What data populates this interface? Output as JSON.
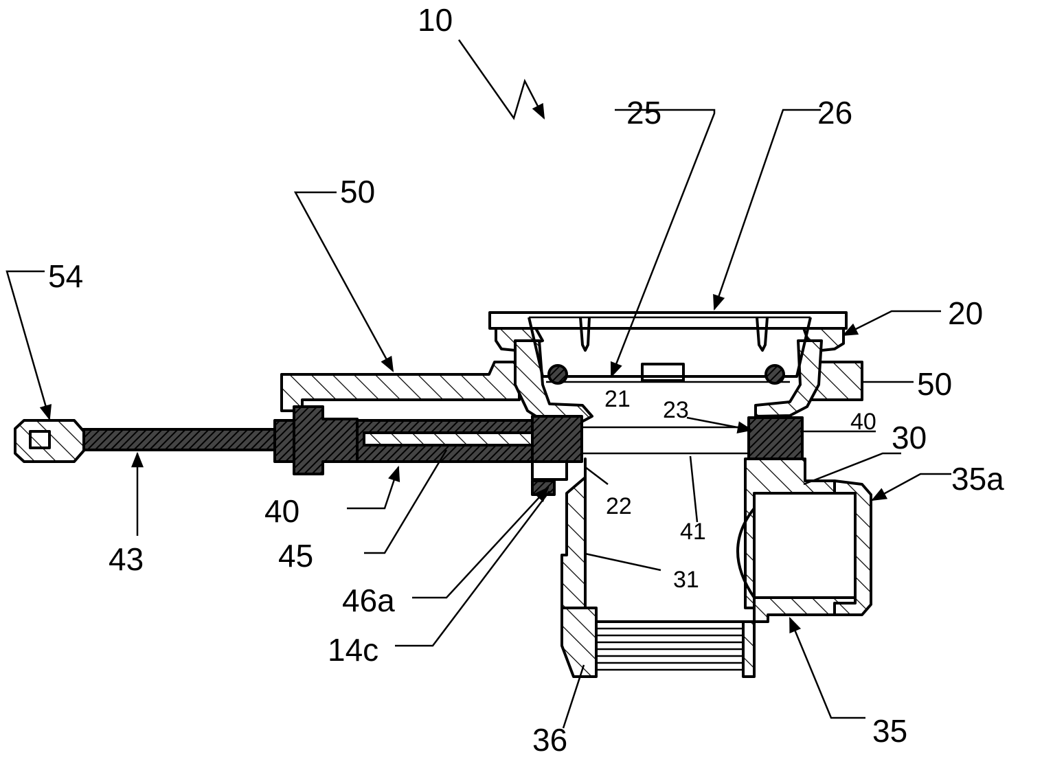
{
  "labels": {
    "l10": "10",
    "l25": "25",
    "l26": "26",
    "l50top": "50",
    "l54": "54",
    "l20": "20",
    "l50right": "50",
    "l21": "21",
    "l23": "23",
    "l40right": "40",
    "l30": "30",
    "l35a": "35a",
    "l22": "22",
    "l41": "41",
    "l40left": "40",
    "l43": "43",
    "l45": "45",
    "l31": "31",
    "l46a": "46a",
    "l14c": "14c",
    "l36": "36",
    "l35": "35"
  }
}
